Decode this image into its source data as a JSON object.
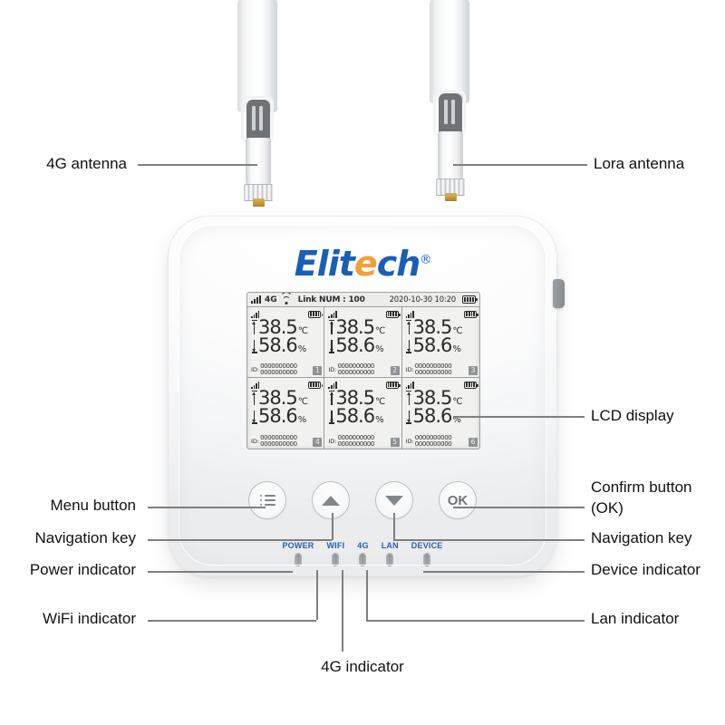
{
  "annotations": {
    "antenna_4g": "4G antenna",
    "antenna_lora": "Lora antenna",
    "lcd_display": "LCD display",
    "confirm_button": "Confirm button\n(OK)",
    "menu_button": "Menu button",
    "navigation_key_left": "Navigation key",
    "navigation_key_right": "Navigation key",
    "power_indicator": "Power indicator",
    "wifi_indicator": "WiFi indicator",
    "device_indicator": "Device indicator",
    "lan_indicator": "Lan indicator",
    "indicator_4g": "4G indicator"
  },
  "device": {
    "brand": {
      "part_blue_1": "Elit",
      "part_orange": "e",
      "part_blue_2": "ch",
      "registered": "®",
      "color_blue": "#1a5fb4",
      "color_orange": "#f0a038"
    },
    "lcd": {
      "status_bar": {
        "signal_icon": "signal-bars-icon",
        "network": "4G",
        "wifi_icon": "wifi-icon",
        "link_label": "Link NUM : 100",
        "datetime": "2020-10-30 10:20",
        "battery_icon": "battery-icon"
      },
      "cells": [
        {
          "index": "1",
          "temperature": "38.5",
          "temp_unit": "℃",
          "humidity": "58.6",
          "hum_unit": "%",
          "id_label": "ID:",
          "id_line1": "0000000000",
          "id_line2": "0000000000"
        },
        {
          "index": "2",
          "temperature": "38.5",
          "temp_unit": "℃",
          "humidity": "58.6",
          "hum_unit": "%",
          "id_label": "ID:",
          "id_line1": "0000000000",
          "id_line2": "0000000000"
        },
        {
          "index": "3",
          "temperature": "38.5",
          "temp_unit": "℃",
          "humidity": "58.6",
          "hum_unit": "%",
          "id_label": "ID:",
          "id_line1": "0000000000",
          "id_line2": "0000000000"
        },
        {
          "index": "4",
          "temperature": "38.5",
          "temp_unit": "℃",
          "humidity": "58.6",
          "hum_unit": "%",
          "id_label": "ID:",
          "id_line1": "0000000000",
          "id_line2": "0000000000"
        },
        {
          "index": "5",
          "temperature": "38.5",
          "temp_unit": "℃",
          "humidity": "58.6",
          "hum_unit": "%",
          "id_label": "ID:",
          "id_line1": "0000000000",
          "id_line2": "0000000000"
        },
        {
          "index": "6",
          "temperature": "38.5",
          "temp_unit": "℃",
          "humidity": "58.6",
          "hum_unit": "%",
          "id_label": "ID:",
          "id_line1": "0000000000",
          "id_line2": "0000000000"
        }
      ]
    },
    "buttons": [
      {
        "name": "menu",
        "icon": "list-menu-icon",
        "label": ""
      },
      {
        "name": "up",
        "icon": "chevron-up-icon",
        "label": ""
      },
      {
        "name": "down",
        "icon": "chevron-down-icon",
        "label": ""
      },
      {
        "name": "ok",
        "icon": "",
        "label": "OK"
      }
    ],
    "indicators": [
      {
        "label": "POWER",
        "color": "#2a5ca8"
      },
      {
        "label": "WIFI",
        "color": "#2a5ca8"
      },
      {
        "label": "4G",
        "color": "#2a5ca8"
      },
      {
        "label": "LAN",
        "color": "#2a5ca8"
      },
      {
        "label": "DEVICE",
        "color": "#2a5ca8"
      }
    ]
  }
}
